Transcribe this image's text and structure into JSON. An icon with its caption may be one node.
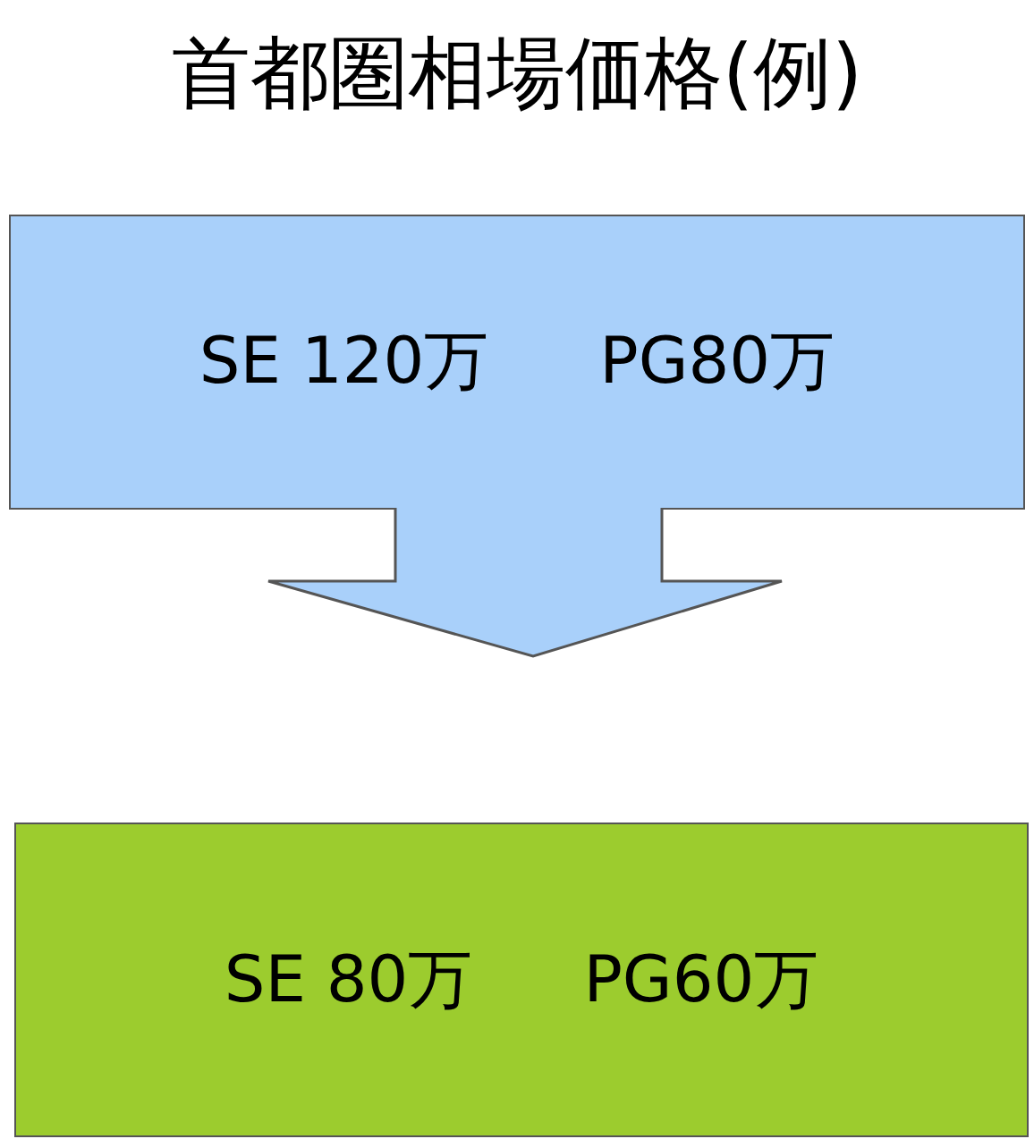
{
  "diagram": {
    "title": "首都圏相場価格(例)",
    "nodes": [
      {
        "text": [
          "SE 120万",
          "PG80万"
        ]
      },
      {
        "text": [
          "SE 80万",
          "PG60万"
        ]
      }
    ],
    "edges": [
      {
        "from": 0,
        "to": 1,
        "arrow": "to"
      }
    ]
  }
}
